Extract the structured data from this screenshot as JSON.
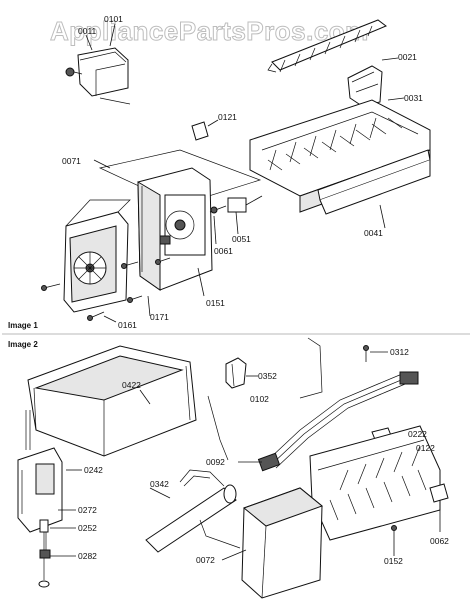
{
  "watermark": "AppliancePartsPros.com",
  "sections": {
    "image1": "Image 1",
    "image2": "Image 2"
  },
  "labels": {
    "p0011": "0011",
    "p0101": "0101",
    "p0021": "0021",
    "p0031": "0031",
    "p0121": "0121",
    "p0071": "0071",
    "p0051": "0051",
    "p0061": "0061",
    "p0041": "0041",
    "p0151": "0151",
    "p0171": "0171",
    "p0161": "0161",
    "p0312": "0312",
    "p0422": "0422",
    "p0352": "0352",
    "p0102": "0102",
    "p0222": "0222",
    "p0122": "0122",
    "p0092": "0092",
    "p0242": "0242",
    "p0342": "0342",
    "p0272": "0272",
    "p0252": "0252",
    "p0282": "0282",
    "p0072": "0072",
    "p0062": "0062",
    "p0152": "0152"
  }
}
